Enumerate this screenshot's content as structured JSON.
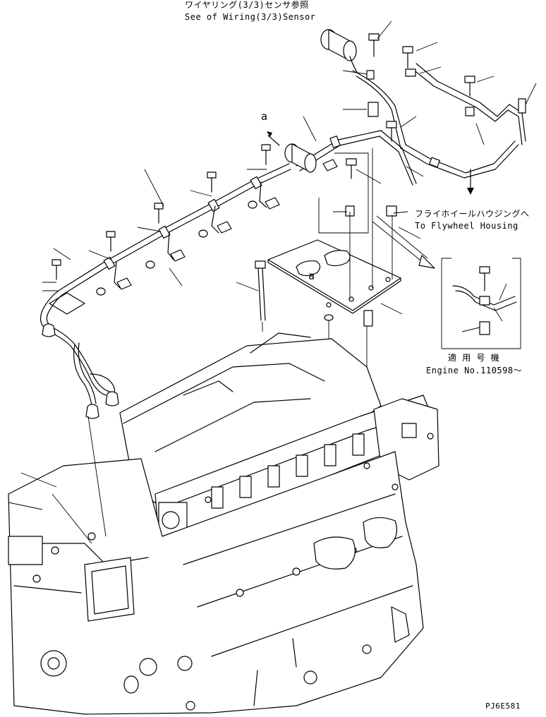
{
  "callouts": {
    "sensor_jp": "ワイヤリング(3/3)センサ参照",
    "sensor_en": "See of Wiring(3/3)Sensor",
    "flywheel_jp": "フライホイールハウジングへ",
    "flywheel_en": "To Flywheel Housing",
    "applicable_jp": "適 用 号 機",
    "engine_no": "Engine No.110598～",
    "ref_a_top": "a",
    "ref_a_plate": "a"
  },
  "drawing_code": "PJ6E581"
}
